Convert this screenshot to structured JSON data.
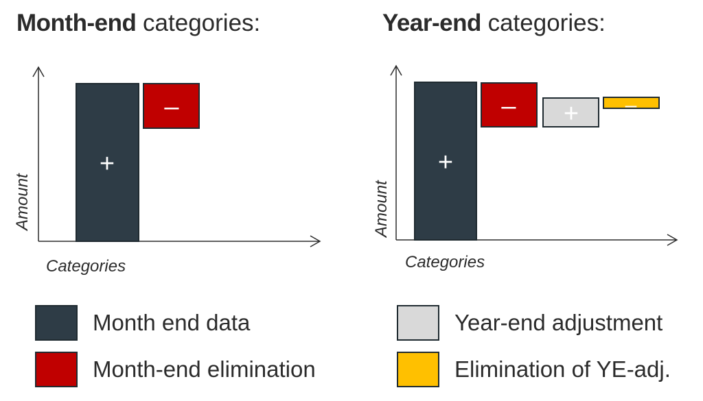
{
  "titles": {
    "left": {
      "bold": "Month-end",
      "rest": " categories:"
    },
    "right": {
      "bold": "Year-end",
      "rest": " categories:"
    }
  },
  "axes": {
    "y_label": "Amount",
    "x_label": "Categories"
  },
  "signs": {
    "plus": "+",
    "minus": "–"
  },
  "left_diagram": {
    "blocks": [
      {
        "name": "month-end-data",
        "sign": "+",
        "color": "#2e3c46"
      },
      {
        "name": "month-end-elimination",
        "sign": "–",
        "color": "#c00000"
      }
    ]
  },
  "right_diagram": {
    "blocks": [
      {
        "name": "month-end-data",
        "sign": "+",
        "color": "#2e3c46"
      },
      {
        "name": "month-end-elimination",
        "sign": "–",
        "color": "#c00000"
      },
      {
        "name": "year-end-adjustment",
        "sign": "+",
        "color": "#d9d9d9"
      },
      {
        "name": "elimination-of-ye-adj",
        "sign": "–",
        "color": "#ffc000"
      }
    ]
  },
  "legend": [
    {
      "label": "Month end data",
      "color": "#2e3c46"
    },
    {
      "label": "Month-end elimination",
      "color": "#c00000"
    },
    {
      "label": "Year-end adjustment",
      "color": "#d9d9d9"
    },
    {
      "label": "Elimination of YE-adj.",
      "color": "#ffc000"
    }
  ]
}
